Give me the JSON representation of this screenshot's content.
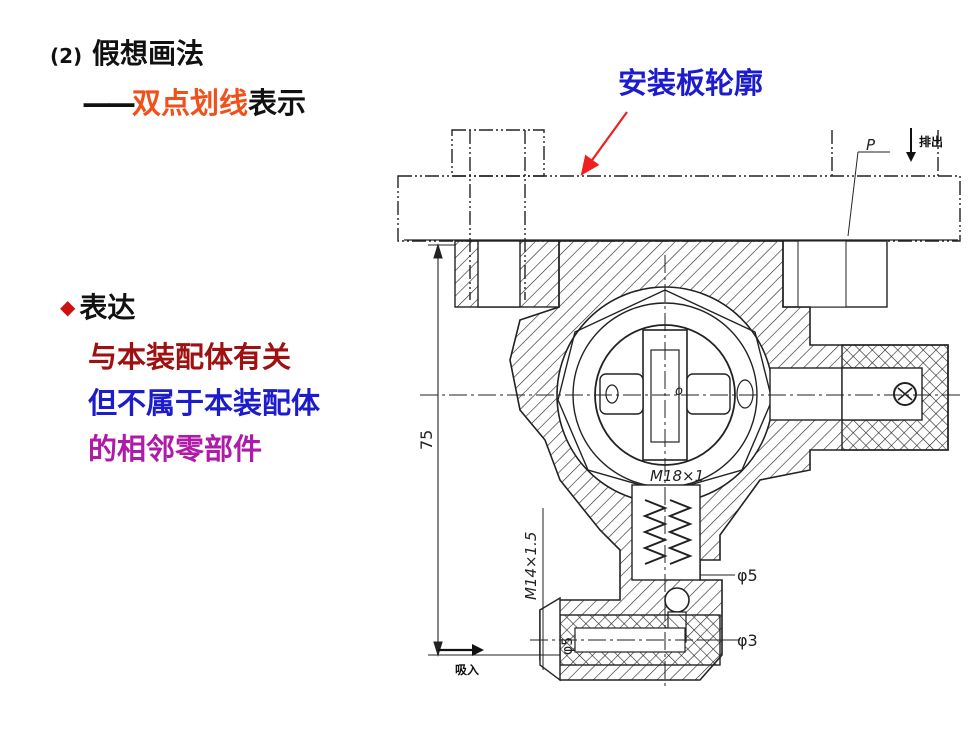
{
  "title": {
    "number": "(2)",
    "text": "假想画法"
  },
  "subtitle": {
    "dash": "——",
    "highlight": "双点划线",
    "suffix": "表示"
  },
  "callout": {
    "label": "安装板轮廓"
  },
  "bullet": {
    "marker": "◆",
    "heading": "表达",
    "lines": [
      "与本装配体有关",
      "但不属于本装配体",
      "的相邻零部件"
    ]
  },
  "drawing": {
    "labels": {
      "p": "P",
      "outlet": "排出",
      "height": "75",
      "thread1": "M18×1",
      "thread2": "M14×1.5",
      "dia5a": "φ5",
      "dia5b": "φ5",
      "dia3": "φ3",
      "inlet": "吸入",
      "center": "o"
    }
  },
  "colors": {
    "outline_arrow": "#ee2020",
    "blue": "#1c1ccc",
    "orange": "#f2501a",
    "darkred": "#a01010",
    "magenta": "#b01aa8"
  }
}
